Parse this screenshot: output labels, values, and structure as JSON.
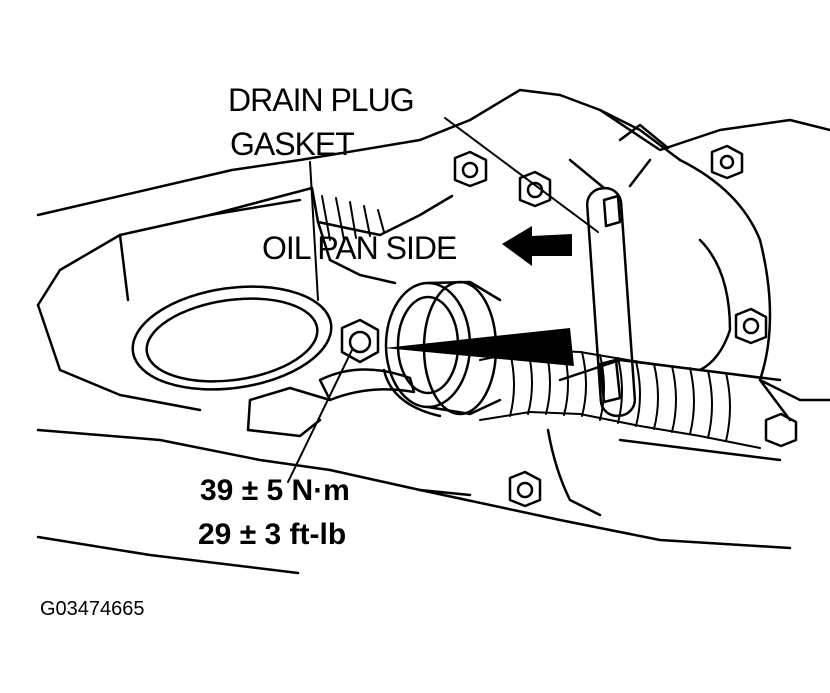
{
  "labels": {
    "drain_plug": "DRAIN PLUG",
    "gasket": "GASKET",
    "oil_pan_side": "OIL PAN SIDE"
  },
  "torque": {
    "metric": "39 ± 5 N·m",
    "imperial": "29 ± 3 ft-lb"
  },
  "figure_id": "G03474665",
  "colors": {
    "line": "#000000",
    "background": "#ffffff"
  }
}
